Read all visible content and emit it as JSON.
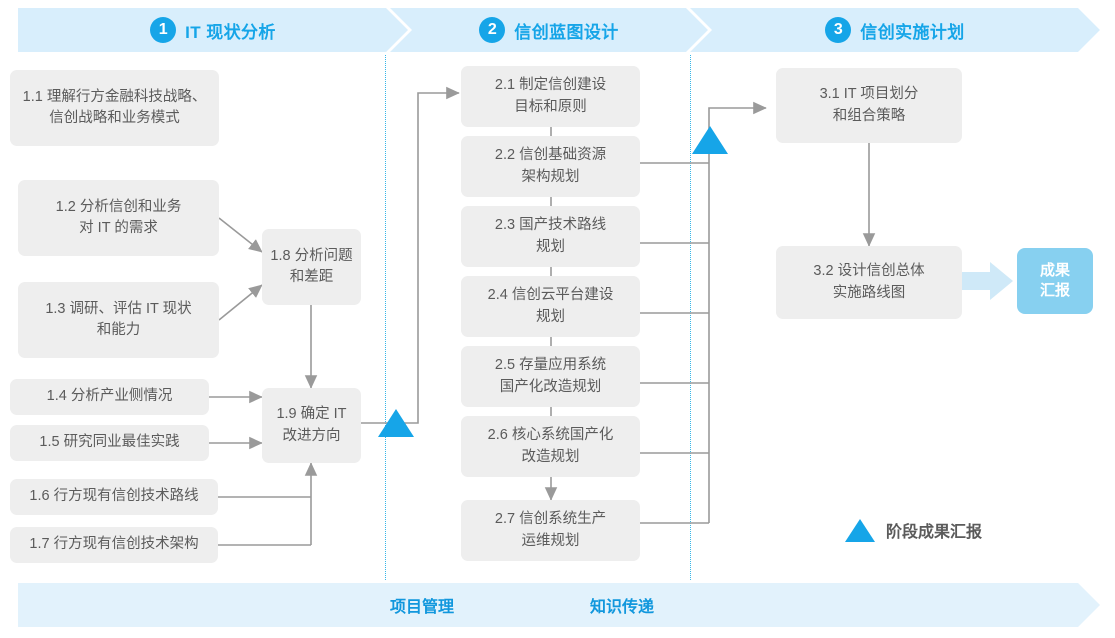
{
  "phases": [
    {
      "number": "1",
      "label": "IT 现状分析"
    },
    {
      "number": "2",
      "label": "信创蓝图设计"
    },
    {
      "number": "3",
      "label": "信创实施计划"
    }
  ],
  "colors": {
    "band_blue": "#d8eefc",
    "accent_blue": "#16a5e8",
    "box_gray": "#eeeeee",
    "box_text": "#5b5b5b",
    "result_badge": "#87d0f0",
    "connector_gray": "#9a9a9a",
    "divider_dotted": "#35b6e8",
    "bottom_band": "#e2f2fc"
  },
  "phase1_boxes": [
    {
      "id": "1.1",
      "text": "1.1 理解行方金融科技战略、\n信创战略和业务模式"
    },
    {
      "id": "1.2",
      "text": "1.2 分析信创和业务\n对 IT 的需求"
    },
    {
      "id": "1.3",
      "text": "1.3 调研、评估 IT 现状\n和能力"
    },
    {
      "id": "1.4",
      "text": "1.4 分析产业侧情况"
    },
    {
      "id": "1.5",
      "text": "1.5 研究同业最佳实践"
    },
    {
      "id": "1.6",
      "text": "1.6 行方现有信创技术路线"
    },
    {
      "id": "1.7",
      "text": "1.7 行方现有信创技术架构"
    }
  ],
  "phase1_merge_boxes": [
    {
      "id": "1.8",
      "text": "1.8 分析问题\n和差距"
    },
    {
      "id": "1.9",
      "text": "1.9 确定 IT\n改进方向"
    }
  ],
  "phase2_boxes": [
    {
      "id": "2.1",
      "text": "2.1 制定信创建设\n目标和原则"
    },
    {
      "id": "2.2",
      "text": "2.2 信创基础资源\n架构规划"
    },
    {
      "id": "2.3",
      "text": "2.3 国产技术路线\n规划"
    },
    {
      "id": "2.4",
      "text": "2.4 信创云平台建设\n规划"
    },
    {
      "id": "2.5",
      "text": "2.5 存量应用系统\n国产化改造规划"
    },
    {
      "id": "2.6",
      "text": "2.6 核心系统国产化\n改造规划"
    },
    {
      "id": "2.7",
      "text": "2.7 信创系统生产\n运维规划"
    }
  ],
  "phase3_boxes": [
    {
      "id": "3.1",
      "text": "3.1 IT 项目划分\n和组合策略"
    },
    {
      "id": "3.2",
      "text": "3.2 设计信创总体\n实施路线图"
    }
  ],
  "result_badge": {
    "text": "成果\n汇报"
  },
  "legend": {
    "label": "阶段成果汇报",
    "icon": "triangle-icon"
  },
  "bottom_band": {
    "items": [
      {
        "label": "项目管理"
      },
      {
        "label": "知识传递"
      }
    ]
  }
}
